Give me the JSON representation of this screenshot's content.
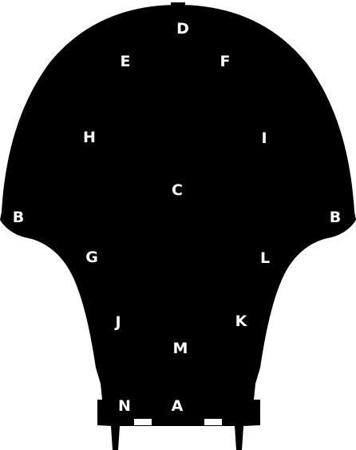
{
  "colors": {
    "shape": "#000000",
    "label": "#ffffff",
    "background": "#ffffff"
  },
  "labels": {
    "d": "D",
    "e": "E",
    "f": "F",
    "h": "H",
    "i": "I",
    "c": "C",
    "b_left": "B",
    "b_right": "B",
    "g": "G",
    "l": "L",
    "j": "J",
    "k": "K",
    "m": "M",
    "n": "N",
    "a": "A"
  }
}
